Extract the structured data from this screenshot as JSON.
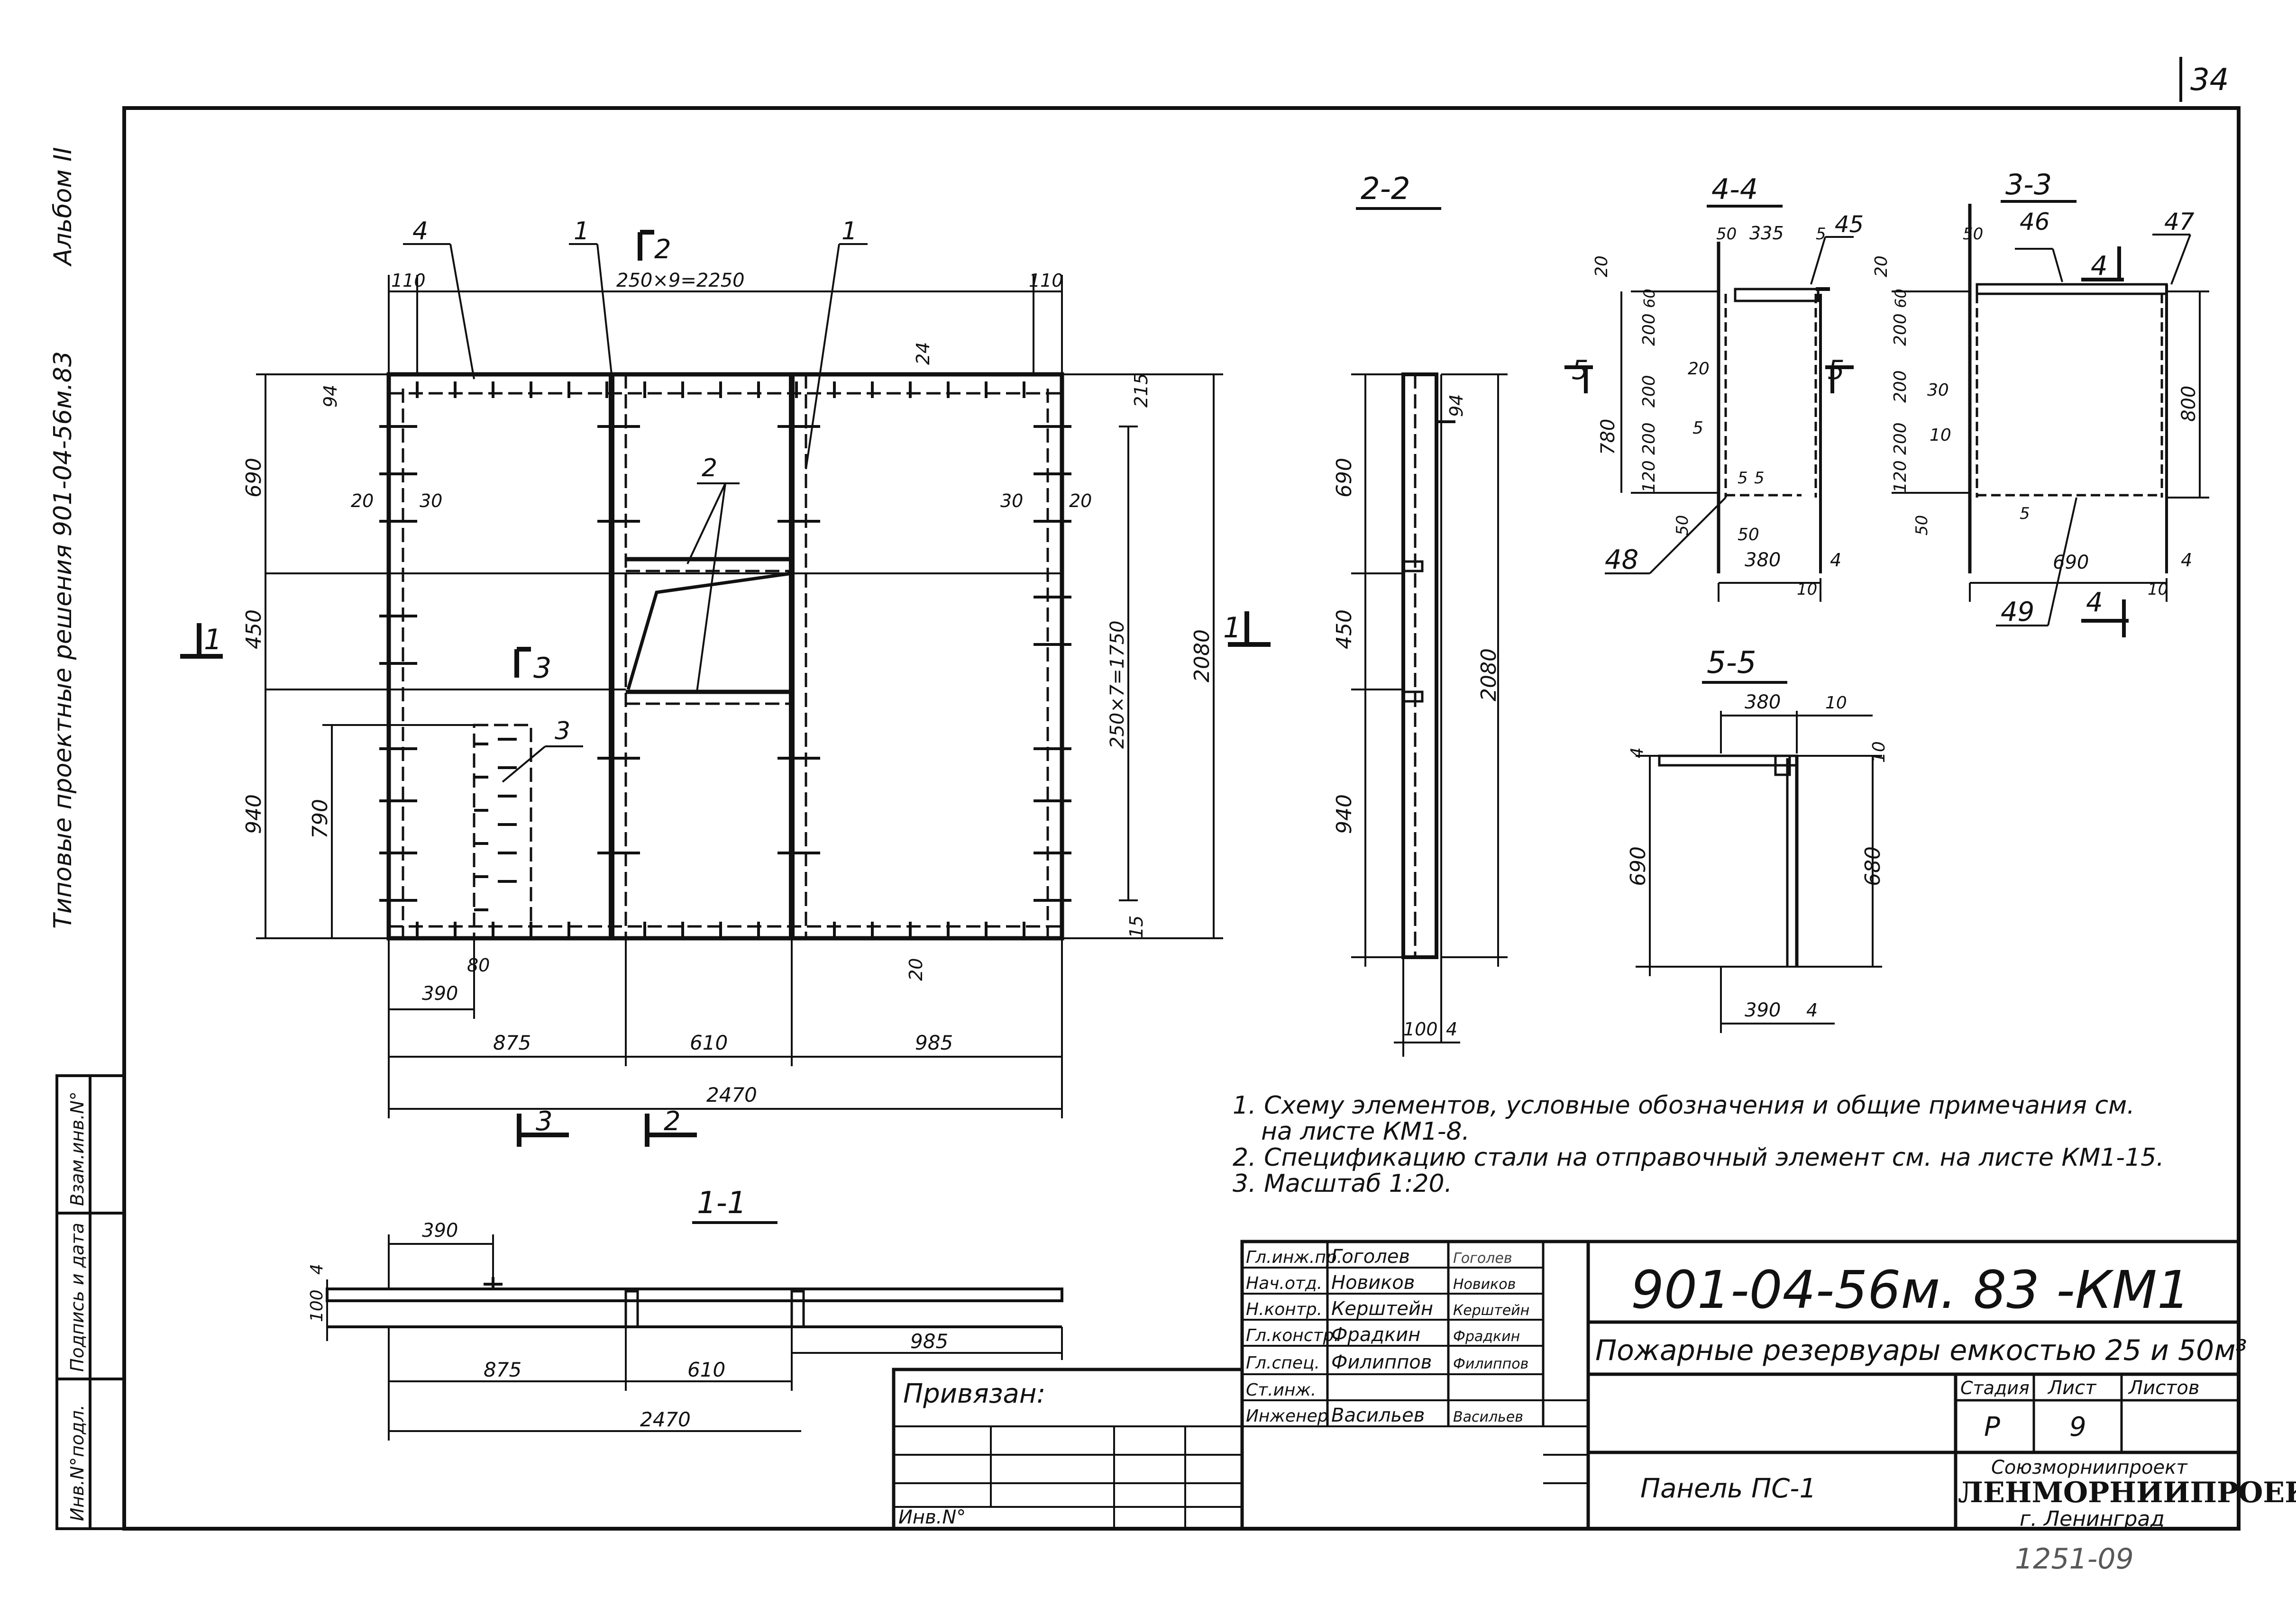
{
  "sheet_number": "34",
  "side_album": "Альбом II",
  "side_series": "Типовые проектные решения 901-04-56м.83",
  "side_stamp": {
    "c1": "Инв.N°подл.",
    "c2": "Подпись и дата",
    "c3": "Взам.инв.N°"
  },
  "views": {
    "main": {
      "mark_1": "1",
      "mark_2": "2",
      "mark_3": "3",
      "mark_4": "4",
      "cut_1": "1",
      "cut_2": "2",
      "cut_3": "3",
      "top_pitch": "250×9=2250",
      "right_pitch": "250×7=1750",
      "dims": {
        "d110l": "110",
        "d110r": "110",
        "d94": "94",
        "d24": "24",
        "d215": "215",
        "d690": "690",
        "d450": "450",
        "d940": "940",
        "d790": "790",
        "d20a": "20",
        "d30a": "30",
        "d30b": "30",
        "d20b": "20",
        "d2080": "2080",
        "d15": "15",
        "d20c": "20",
        "d390": "390",
        "d80": "80",
        "d875": "875",
        "d610": "610",
        "d985": "985",
        "d2470": "2470"
      }
    },
    "s22": {
      "title": "2-2",
      "d94": "94",
      "d690": "690",
      "d450": "450",
      "d940": "940",
      "d2080": "2080",
      "d100": "100",
      "d4": "4"
    },
    "s44": {
      "title": "4-4",
      "d50": "50",
      "d335": "335",
      "d5a": "5",
      "m45": "45",
      "d20top": "20",
      "d60": "60",
      "d200a": "200",
      "d200b": "200",
      "d200c": "200",
      "d120": "120",
      "d780": "780",
      "d20": "20",
      "d5b": "5",
      "d5c": "5",
      "d5d": "5",
      "d50b": "50",
      "m48": "48",
      "d50c": "50",
      "d380": "380",
      "d4": "4",
      "d10": "10",
      "cut5": "5"
    },
    "s33": {
      "title": "3-3",
      "d50": "50",
      "m46": "46",
      "m47": "47",
      "cut4": "4",
      "d20": "20",
      "d60": "60",
      "d200a": "200",
      "d200b": "200",
      "d200c": "200",
      "d120": "120",
      "d30": "30",
      "d10": "10",
      "d800": "800",
      "d50b": "50",
      "d5": "5",
      "d690": "690",
      "d4": "4",
      "d10b": "10",
      "m49": "49"
    },
    "s55": {
      "title": "5-5",
      "d380": "380",
      "d10a": "10",
      "d4": "4",
      "d10b": "10",
      "d690": "690",
      "d680": "680",
      "d390": "390",
      "d4b": "4"
    },
    "s11": {
      "title": "1-1",
      "d390": "390",
      "d4": "4",
      "d100": "100",
      "d875": "875",
      "d610": "610",
      "d985": "985",
      "d2470": "2470"
    }
  },
  "notes": [
    "1. Схему элементов, условные обозначения и общие примечания см.",
    "на листе КМ1-8.",
    "2. Спецификацию стали на отправочный элемент см. на листе КМ1-15.",
    "3. Масштаб 1:20."
  ],
  "title_block": {
    "roles": [
      {
        "role": "Гл.инж.пр.",
        "name": "Гоголев",
        "sign": "Гоголев"
      },
      {
        "role": "Нач.отд.",
        "name": "Новиков",
        "sign": "Новиков"
      },
      {
        "role": "Н.контр.",
        "name": "Керштейн",
        "sign": "Керштейн"
      },
      {
        "role": "Гл.констр.",
        "name": "Фрадкин",
        "sign": "Фрадкин"
      },
      {
        "role": "Гл.спец.",
        "name": "Филиппов",
        "sign": "Филиппов"
      },
      {
        "role": "Ст.инж.",
        "name": "",
        "sign": ""
      },
      {
        "role": "Инженер",
        "name": "Васильев",
        "sign": "Васильев"
      }
    ],
    "privyazan": "Привязан:",
    "inv_no": "Инв.N°",
    "doc_code": "901-04-56м. 83 -КМ1",
    "project_title": "Пожарные резервуары емкостью 25 и 50м³",
    "stage_label": "Стадия",
    "sheet_label": "Лист",
    "sheets_label": "Листов",
    "stage": "Р",
    "sheet": "9",
    "sheets": "",
    "element_name": "Панель ПС-1",
    "org_top": "Союзморниипроект",
    "org_name": "ЛЕНМОРНИИПРОЕКТ",
    "org_city": "г. Ленинград",
    "archive_no": "1251-09"
  }
}
